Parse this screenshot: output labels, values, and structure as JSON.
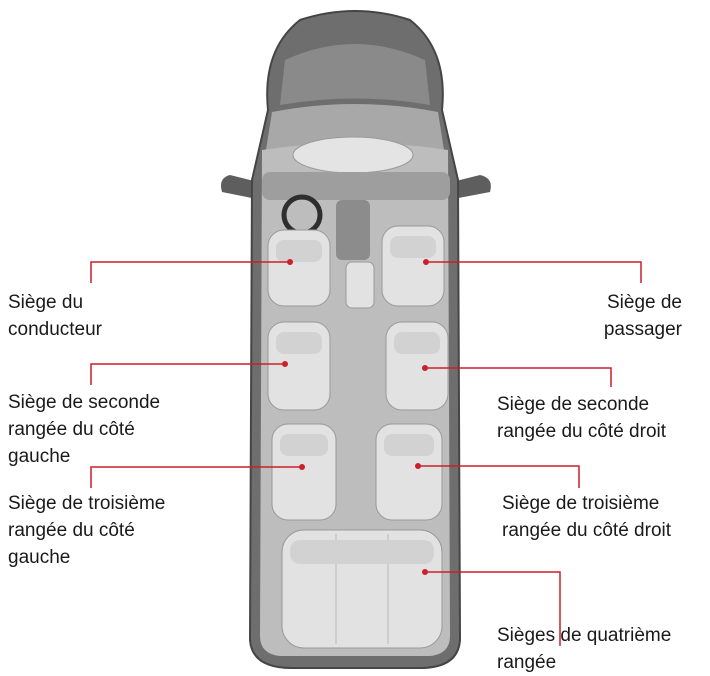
{
  "labels": {
    "driver": {
      "lines": [
        "Siège du",
        "conducteur"
      ]
    },
    "passenger": {
      "lines": [
        "Siège de",
        "passager"
      ]
    },
    "second_left": {
      "lines": [
        "Siège de seconde",
        "rangée du côté",
        "gauche"
      ]
    },
    "second_right": {
      "lines": [
        "Siège de seconde",
        "rangée du côté droit"
      ]
    },
    "third_left": {
      "lines": [
        "Siège de troisième",
        "rangée du côté",
        "gauche"
      ]
    },
    "third_right": {
      "lines": [
        "Siège de troisième",
        "rangée du côté droit"
      ]
    },
    "fourth": {
      "lines": [
        "Sièges de quatrième",
        "rangée"
      ]
    }
  },
  "colors": {
    "leader": "#cc1f2a",
    "body": "#6e6e6e",
    "seat": "#e2e2e2",
    "cabin": "#bdbdbd"
  }
}
